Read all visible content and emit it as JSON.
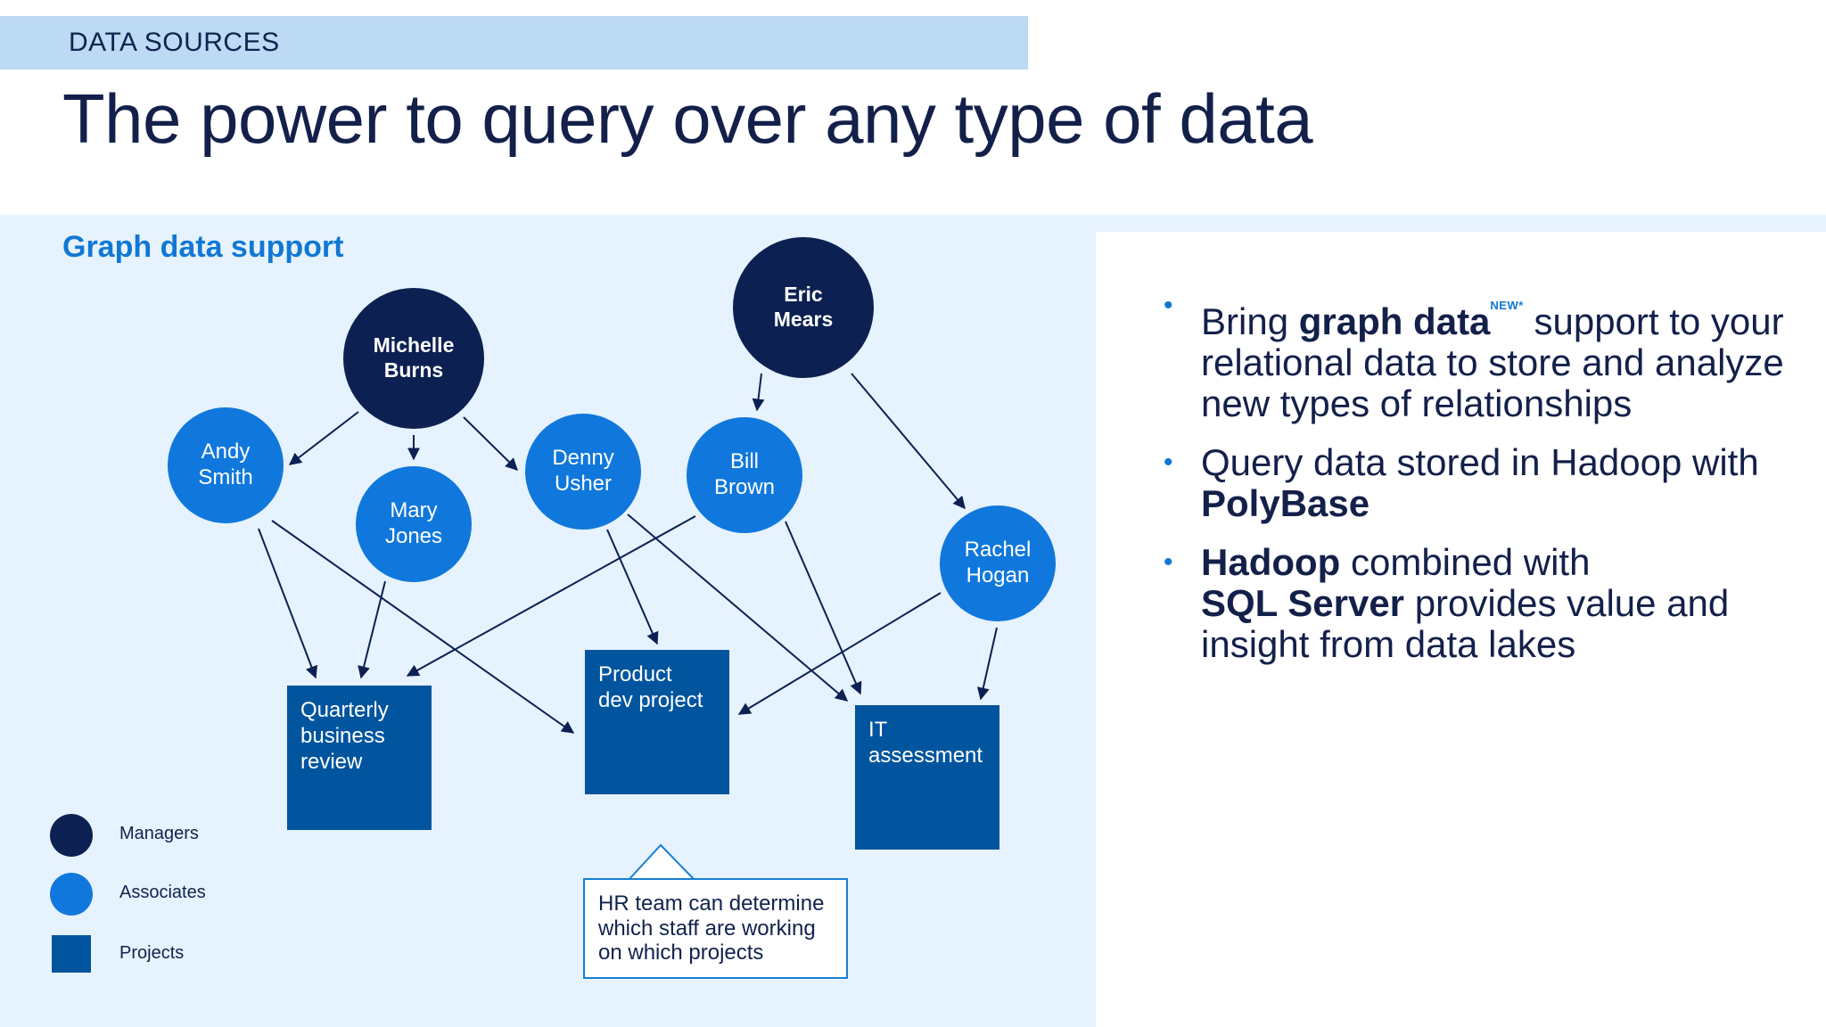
{
  "header": {
    "section": "DATA SOURCES",
    "title": "The power to query over any type of data"
  },
  "diagram": {
    "title": "Graph data support",
    "managers": [
      {
        "id": "michelle",
        "label": "Michelle\nBurns"
      },
      {
        "id": "eric",
        "label": "Eric\nMears"
      }
    ],
    "associates": [
      {
        "id": "andy",
        "label": "Andy\nSmith"
      },
      {
        "id": "mary",
        "label": "Mary\nJones"
      },
      {
        "id": "denny",
        "label": "Denny\nUsher"
      },
      {
        "id": "bill",
        "label": "Bill\nBrown"
      },
      {
        "id": "rachel",
        "label": "Rachel\nHogan"
      }
    ],
    "projects": [
      {
        "id": "qbr",
        "label": "Quarterly\nbusiness\nreview"
      },
      {
        "id": "pdp",
        "label": "Product\ndev project"
      },
      {
        "id": "it",
        "label": "IT\nassessment"
      }
    ],
    "edges": [
      [
        "michelle",
        "andy"
      ],
      [
        "michelle",
        "mary"
      ],
      [
        "michelle",
        "denny"
      ],
      [
        "eric",
        "bill"
      ],
      [
        "eric",
        "rachel"
      ],
      [
        "andy",
        "qbr"
      ],
      [
        "andy",
        "pdp"
      ],
      [
        "mary",
        "qbr"
      ],
      [
        "denny",
        "pdp"
      ],
      [
        "denny",
        "it"
      ],
      [
        "bill",
        "qbr"
      ],
      [
        "bill",
        "it"
      ],
      [
        "rachel",
        "pdp"
      ],
      [
        "rachel",
        "it"
      ]
    ],
    "callout": "HR team can determine which staff are working on which projects",
    "legend": {
      "managers": "Managers",
      "associates": "Associates",
      "projects": "Projects"
    }
  },
  "bullets": [
    {
      "pre": "Bring ",
      "bold": "graph data",
      "badge": "NEW*",
      "post": " support to your relational data to store and analyze new types of relationships"
    },
    {
      "pre": "Query data stored in Hadoop with ",
      "bold": "PolyBase",
      "post": ""
    },
    {
      "bold": "Hadoop",
      "mid": " combined with ",
      "bold2": "SQL Server",
      "post": " provides value and insight from data lakes"
    }
  ],
  "colors": {
    "manager": "#0c2152",
    "associate": "#1078dc",
    "project": "#00559e",
    "accent": "#1078d4",
    "panel": "#e6f2fd",
    "header_bar": "#bcdaf3"
  }
}
